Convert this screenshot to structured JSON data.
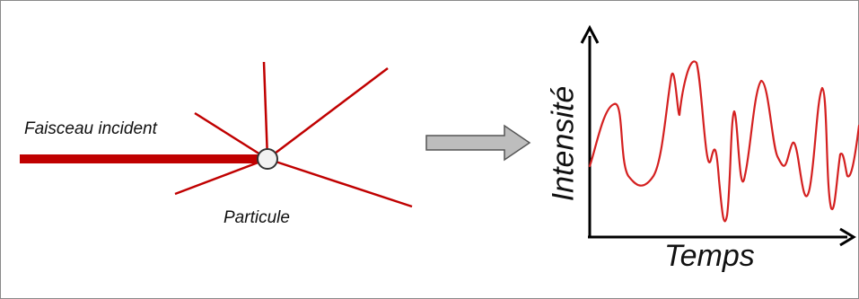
{
  "scattering": {
    "incident_beam_label": "Faisceau incident",
    "particle_label": "Particule",
    "beam_color": "#c00000",
    "particle_fill": "#f2f2f2"
  },
  "arrow": {
    "fill_color": "#bdbdbd",
    "stroke_color": "#555555"
  },
  "signal_plot": {
    "y_axis_label": "Intensité",
    "x_axis_label": "Temps",
    "trace_color": "#d42020"
  }
}
